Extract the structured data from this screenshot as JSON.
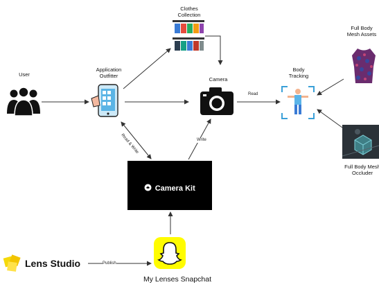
{
  "nodes": {
    "user": "User",
    "app": "Application\nOutfitter",
    "clothes": "Clothes\nCollection",
    "camera": "Camera",
    "body_tracking": "Body\nTracking",
    "mesh_assets": "Full Body\nMesh Assets",
    "mesh_occluder": "Full Body Mesh\nOccluder",
    "camera_kit": "Camera Kit",
    "lens_studio": "Lens Studio",
    "snapchat": "My Lenses Snapchat"
  },
  "edges": {
    "read": "Read",
    "read_write": "Read & Write",
    "write": "Write",
    "publish": "Publish"
  },
  "colors": {
    "arrow": "#333333",
    "camera_kit_bg": "#000000",
    "snapchat_yellow": "#FFFC00",
    "lens_yellow": "#F5D90A"
  }
}
